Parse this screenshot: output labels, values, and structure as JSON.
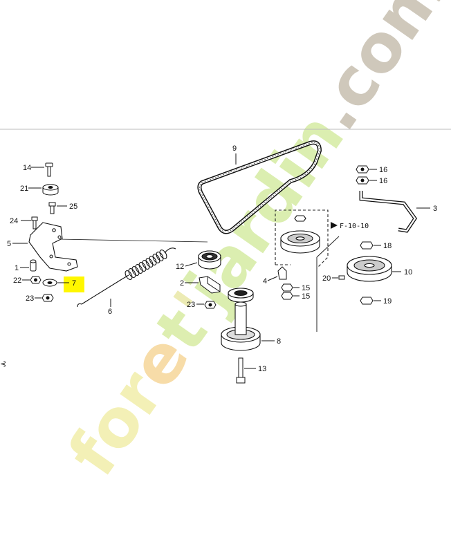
{
  "watermark": {
    "segments": [
      {
        "text": "for",
        "color": "#f3f0b6"
      },
      {
        "text": "e",
        "color": "#f7dca8"
      },
      {
        "text": "t",
        "color": "#ddeeb0"
      },
      {
        "text": "'",
        "color": "#ecebb4"
      },
      {
        "text": "jardin",
        "color": "#dbeeb0"
      },
      {
        "text": ".com",
        "color": "#cfc8bb"
      }
    ]
  },
  "highlight_color": "#fff700",
  "references": {
    "f_ref": "F-10-10",
    "edge_mark": "⊰"
  },
  "parts": [
    {
      "id": "1",
      "label": "1"
    },
    {
      "id": "2",
      "label": "2"
    },
    {
      "id": "3",
      "label": "3"
    },
    {
      "id": "4",
      "label": "4"
    },
    {
      "id": "5",
      "label": "5"
    },
    {
      "id": "6",
      "label": "6"
    },
    {
      "id": "7",
      "label": "7",
      "highlighted": true
    },
    {
      "id": "8",
      "label": "8"
    },
    {
      "id": "9",
      "label": "9"
    },
    {
      "id": "10",
      "label": "10"
    },
    {
      "id": "12",
      "label": "12"
    },
    {
      "id": "13",
      "label": "13"
    },
    {
      "id": "14",
      "label": "14"
    },
    {
      "id": "15a",
      "label": "15"
    },
    {
      "id": "15b",
      "label": "15"
    },
    {
      "id": "16a",
      "label": "16"
    },
    {
      "id": "16b",
      "label": "16"
    },
    {
      "id": "18",
      "label": "18"
    },
    {
      "id": "19",
      "label": "19"
    },
    {
      "id": "20",
      "label": "20"
    },
    {
      "id": "21",
      "label": "21"
    },
    {
      "id": "22",
      "label": "22"
    },
    {
      "id": "23a",
      "label": "23"
    },
    {
      "id": "23b",
      "label": "23"
    },
    {
      "id": "24",
      "label": "24"
    },
    {
      "id": "25",
      "label": "25"
    }
  ]
}
